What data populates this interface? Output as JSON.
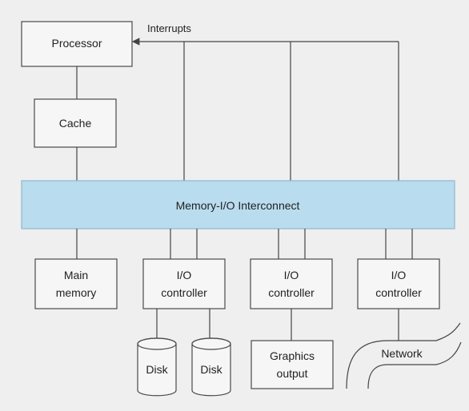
{
  "diagram": {
    "labels": {
      "interrupts": "Interrupts",
      "processor": "Processor",
      "cache": "Cache",
      "bus": "Memory-I/O Interconnect",
      "main_memory_line1": "Main",
      "main_memory_line2": "memory",
      "io1_line1": "I/O",
      "io1_line2": "controller",
      "io2_line1": "I/O",
      "io2_line2": "controller",
      "io3_line1": "I/O",
      "io3_line2": "controller",
      "disk1": "Disk",
      "disk2": "Disk",
      "graphics_line1": "Graphics",
      "graphics_line2": "output",
      "network": "Network"
    }
  }
}
